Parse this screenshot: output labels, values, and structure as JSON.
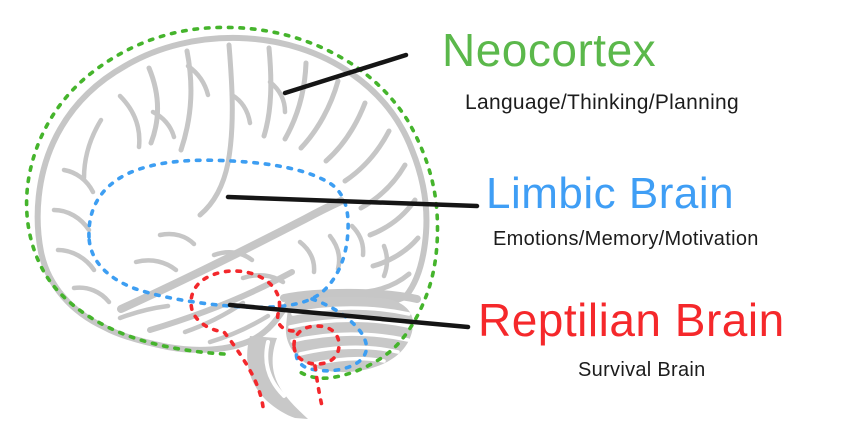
{
  "canvas": {
    "background": "#ffffff"
  },
  "labels": {
    "neocortex": {
      "title": "Neocortex",
      "subtitle": "Language/Thinking/Planning",
      "title_color": "#5bb84b",
      "subtitle_color": "#1c1c1c",
      "outline_color": "#45b42c"
    },
    "limbic": {
      "title": "Limbic Brain",
      "subtitle": "Emotions/Memory/Motivation",
      "title_color": "#3f9ef5",
      "subtitle_color": "#1c1c1c",
      "outline_color": "#3d9ef2"
    },
    "reptilian": {
      "title": "Reptilian Brain",
      "subtitle": "Survival Brain",
      "title_color": "#f5282b",
      "subtitle_color": "#1c1c1c",
      "outline_color": "#f3282c"
    }
  },
  "illustration": {
    "name": "human-brain-lateral-line-art",
    "brain_stroke_color": "#c6c6c6",
    "pointer_line_color": "#151515"
  }
}
